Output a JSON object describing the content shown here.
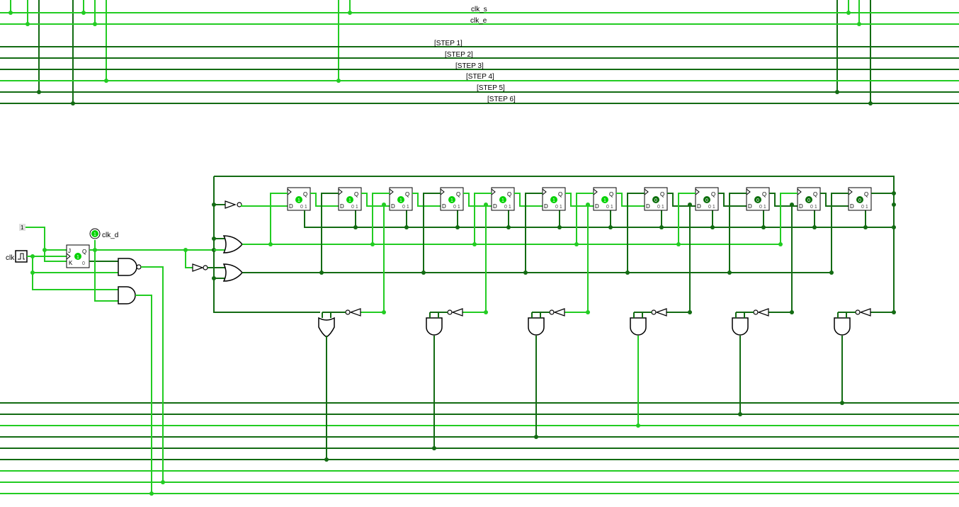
{
  "colors": {
    "wire_on": "#22cc22",
    "wire_off": "#136b13",
    "bit_on": "#00d200",
    "bit_off": "#0b6e0b",
    "component": "#000000"
  },
  "signals": {
    "clk_s": "clk_s",
    "clk_e": "clk_e",
    "steps": [
      "[STEP 1]",
      "[STEP 2]",
      "[STEP 3]",
      "[STEP 4]",
      "[STEP 5]",
      "[STEP 6]"
    ]
  },
  "inputs": {
    "clock_label": "clk",
    "constant_value": "1"
  },
  "probe": {
    "label": "clk_d",
    "value": "1"
  },
  "jk_flipflop": {
    "j": "J",
    "k": "K",
    "q": "Q",
    "state": "1",
    "pins": "0"
  },
  "d_flipflops": {
    "d": "D",
    "q": "Q",
    "pins": "0 1",
    "states": [
      "1",
      "1",
      "1",
      "1",
      "1",
      "1",
      "1",
      "0",
      "0",
      "0",
      "0",
      "0"
    ]
  }
}
